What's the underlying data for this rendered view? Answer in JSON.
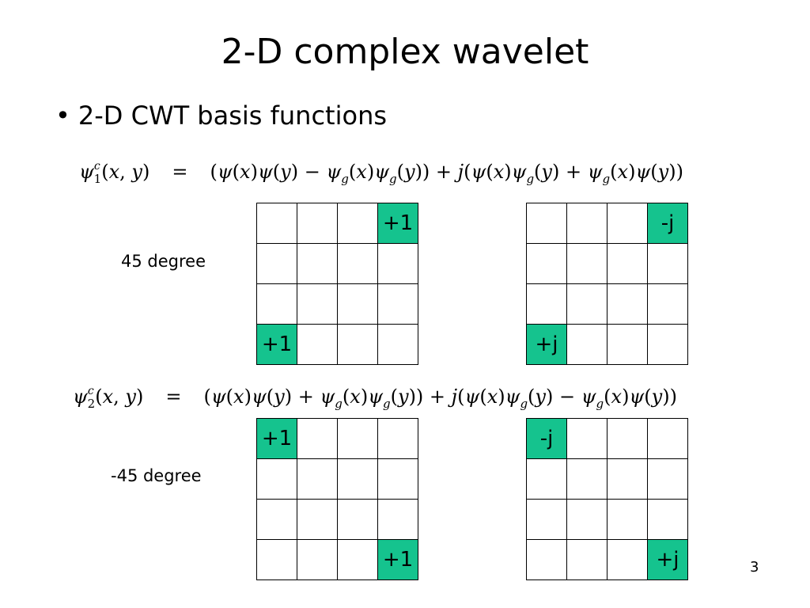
{
  "slide": {
    "title": "2-D complex wavelet",
    "bullet": "2-D CWT basis functions",
    "page_number": "3"
  },
  "equations": [
    {
      "lhs_sub": "1",
      "lhs_sup": "c",
      "rhs": "= (ψ(x)ψ(y) − ψg(x)ψg(y)) + j(ψ(x)ψg(y) + ψg(x)ψ(y))"
    },
    {
      "lhs_sub": "2",
      "lhs_sup": "c",
      "rhs": "= (ψ(x)ψ(y) + ψg(x)ψg(y)) + j(ψ(x)ψg(y) − ψg(x)ψ(y))"
    }
  ],
  "labels": {
    "deg45": "45 degree",
    "degm45": "-45 degree"
  },
  "grids": [
    {
      "name": "grid-45-real",
      "cells": {
        "0-3": "+1",
        "3-0": "+1"
      }
    },
    {
      "name": "grid-45-imag",
      "cells": {
        "0-3": "-j",
        "3-0": "+j"
      }
    },
    {
      "name": "grid-m45-real",
      "cells": {
        "0-0": "+1",
        "3-3": "+1"
      }
    },
    {
      "name": "grid-m45-imag",
      "cells": {
        "0-0": "-j",
        "3-3": "+j"
      }
    }
  ],
  "colors": {
    "highlight": "#15c38e"
  }
}
